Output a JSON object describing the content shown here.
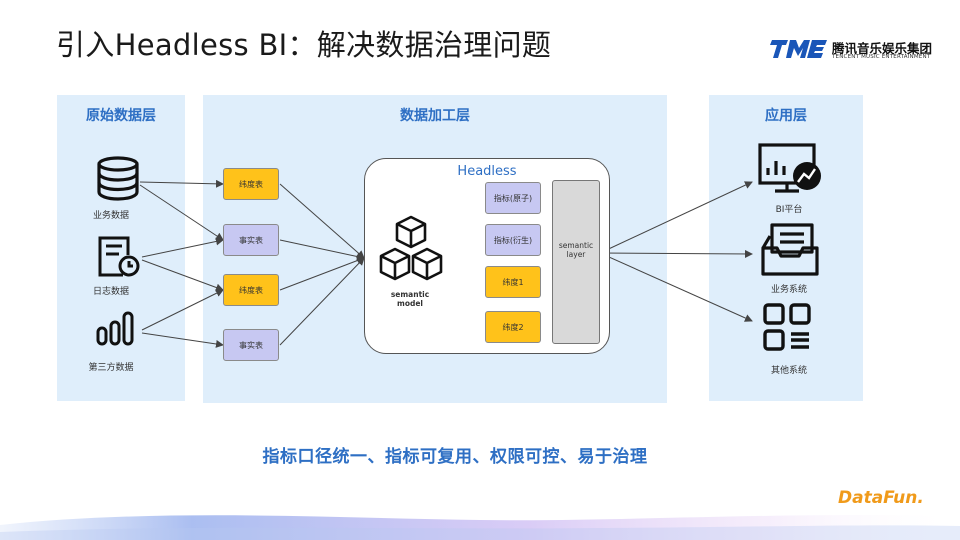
{
  "title": "引入Headless BI：解决数据治理问题",
  "logo": {
    "cn": "腾讯音乐娱乐集团",
    "en": "TENCENT MUSIC ENTERTAINMENT"
  },
  "panels": {
    "source": {
      "title": "原始数据层"
    },
    "processing": {
      "title": "数据加工层"
    },
    "application": {
      "title": "应用层"
    }
  },
  "sources": [
    {
      "label": "业务数据",
      "icon": "database-icon"
    },
    {
      "label": "日志数据",
      "icon": "log-document-icon"
    },
    {
      "label": "第三方数据",
      "icon": "bar-chart-icon"
    }
  ],
  "tables": [
    {
      "label": "纬度表",
      "kind": "dimension"
    },
    {
      "label": "事实表",
      "kind": "fact"
    },
    {
      "label": "纬度表",
      "kind": "dimension"
    },
    {
      "label": "事实表",
      "kind": "fact"
    }
  ],
  "headless": {
    "label": "Headless",
    "model_label": "semantic\nmodel",
    "metrics": [
      {
        "label": "指标(原子)",
        "kind": "metric"
      },
      {
        "label": "指标(衍生)",
        "kind": "metric"
      },
      {
        "label": "纬度1",
        "kind": "dimension"
      },
      {
        "label": "纬度2",
        "kind": "dimension"
      }
    ],
    "layer_label": "semantic\nlayer"
  },
  "apps": [
    {
      "label": "BI平台",
      "icon": "bi-dashboard-icon"
    },
    {
      "label": "业务系统",
      "icon": "business-system-icon"
    },
    {
      "label": "其他系统",
      "icon": "other-systems-icon"
    }
  ],
  "bottom_text": "指标口径统一、指标可复用、权限可控、易于治理",
  "datafun": "DataFun.",
  "colors": {
    "accent_blue": "#2e6fc4",
    "panel_bg": "#dfeefb",
    "dimension_yellow": "#ffc21a",
    "metric_purple": "#c7c8f2",
    "datafun_orange": "#f09a1a"
  }
}
